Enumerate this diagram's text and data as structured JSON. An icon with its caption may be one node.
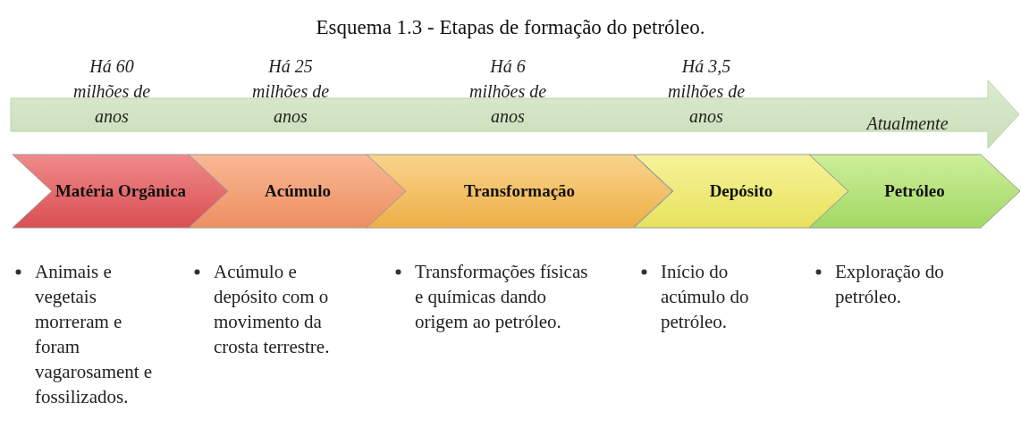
{
  "diagram": {
    "title": "Esquema 1.3 - Etapas de formação do petróleo.",
    "nodes": [
      {
        "text": [
          "Matéria Orgânica"
        ],
        "beside": [
          "Animais e vegetais morreram e foram vagarosament e fossilizados."
        ]
      },
      {
        "text": [
          "Acúmulo"
        ],
        "beside": [
          "Acúmulo e depósito com o movimento da crosta terrestre."
        ]
      },
      {
        "text": [
          "Transformação"
        ],
        "beside": [
          "Transformações físicas e químicas dando origem ao petróleo."
        ]
      },
      {
        "text": [
          "Depósito"
        ],
        "beside": [
          "Início do acúmulo do petróleo."
        ]
      },
      {
        "text": [
          "Petróleo"
        ],
        "beside": [
          "Exploração do petróleo."
        ]
      }
    ],
    "labels": [
      "Há 60 milhões de anos",
      "Há 25 milhões de anos",
      "Há 6 milhões de anos",
      "Há 3,5 milhões de anos",
      "Atualmente"
    ]
  }
}
